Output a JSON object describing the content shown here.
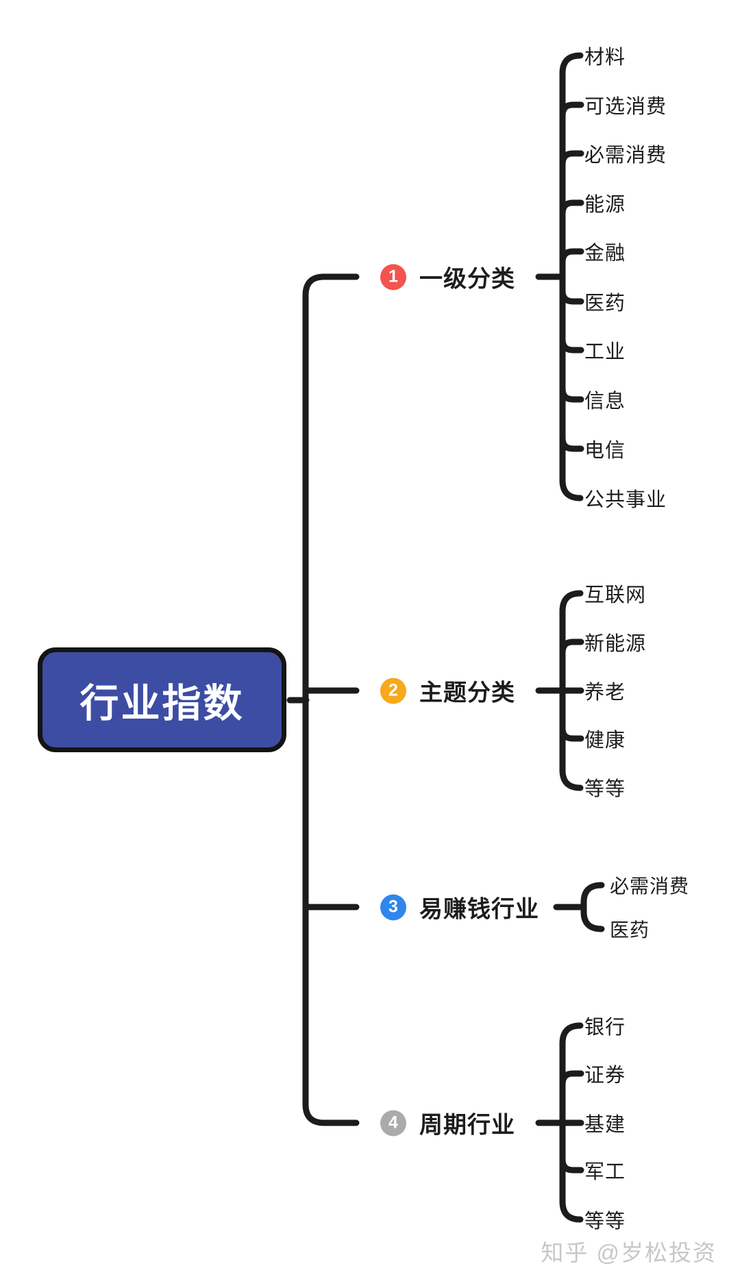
{
  "root": {
    "label": "行业指数"
  },
  "branches": [
    {
      "number": "1",
      "label": "一级分类",
      "color": "#f2544e",
      "children": [
        "材料",
        "可选消费",
        "必需消费",
        "能源",
        "金融",
        "医药",
        "工业",
        "信息",
        "电信",
        "公共事业"
      ]
    },
    {
      "number": "2",
      "label": "主题分类",
      "color": "#f7a81b",
      "children": [
        "互联网",
        "新能源",
        "养老",
        "健康",
        "等等"
      ]
    },
    {
      "number": "3",
      "label": "易赚钱行业",
      "color": "#2f86ec",
      "children": [
        "必需消费",
        "医药"
      ]
    },
    {
      "number": "4",
      "label": "周期行业",
      "color": "#ababab",
      "children": [
        "银行",
        "证券",
        "基建",
        "军工",
        "等等"
      ]
    }
  ],
  "watermark": "知乎 @岁松投资",
  "colors": {
    "root_fill": "#3d4da4",
    "root_border": "#141414",
    "root_text": "#ffffff",
    "line": "#1c1c1c",
    "text": "#1d1d1d",
    "watermark": "#c7c7c7"
  }
}
